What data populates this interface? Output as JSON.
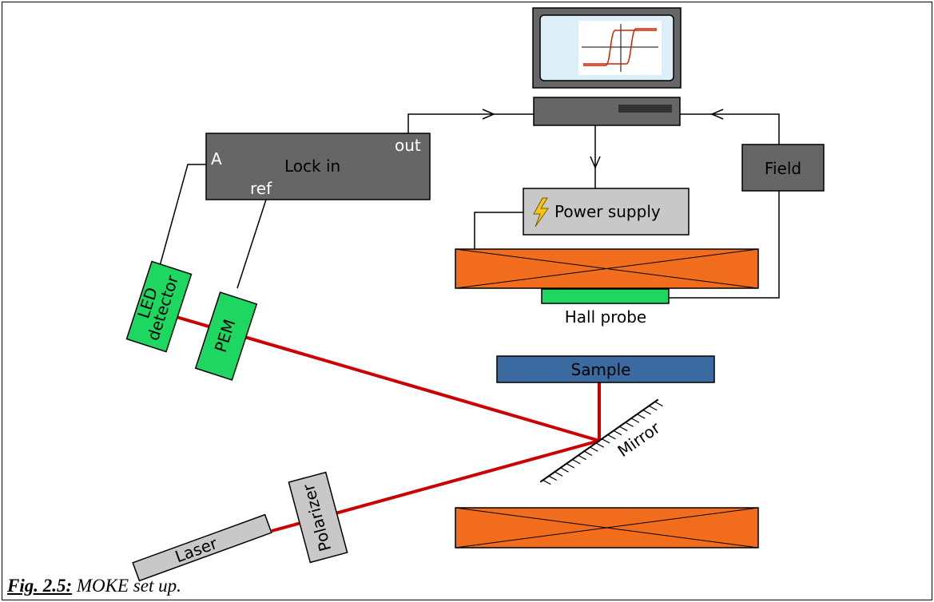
{
  "caption": {
    "figure_ref": "Fig. 2.5:",
    "text": "MOKE set up."
  },
  "labels": {
    "lock_in": "Lock in",
    "lock_in_a": "A",
    "lock_in_ref": "ref",
    "lock_in_out": "out",
    "field": "Field",
    "power_supply": "Power supply",
    "hall_probe": "Hall probe",
    "sample": "Sample",
    "mirror": "Mirror",
    "laser": "Laser",
    "polarizer": "Polarizer",
    "pem": "PEM",
    "led_detector_line1": "LED",
    "led_detector_line2": "detector"
  },
  "colors": {
    "instrument_dark": "#666666",
    "instrument_light": "#c8c8c8",
    "optics_green": "#1ed760",
    "magnet_orange": "#f26c1e",
    "sample_blue": "#3a6aa0",
    "laser_beam": "#cc0000",
    "hysteresis_curve": "#cc2200",
    "screen_bg": "#dceef8"
  },
  "icons": [
    "computer-monitor-icon",
    "computer-unit-icon",
    "lightning-bolt-icon",
    "hysteresis-loop-icon"
  ]
}
